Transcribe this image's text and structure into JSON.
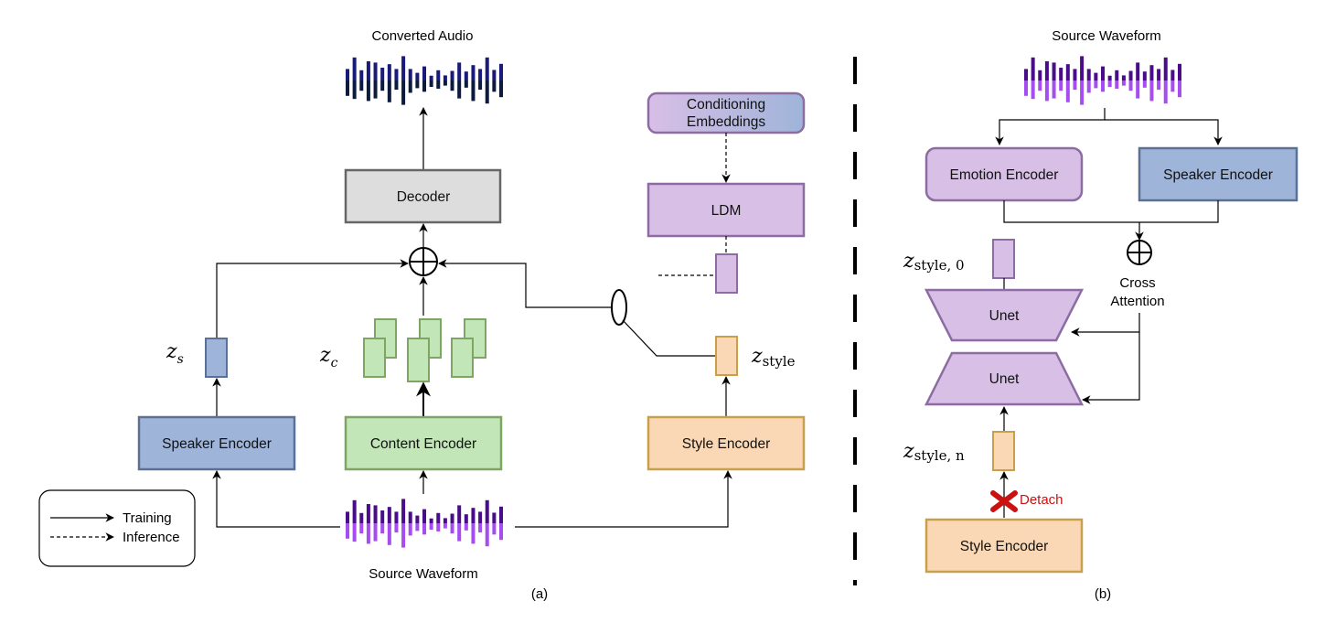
{
  "panel_a": {
    "converted_audio_label": "Converted Audio",
    "decoder_label": "Decoder",
    "speaker_encoder_label": "Speaker Encoder",
    "content_encoder_label": "Content Encoder",
    "style_encoder_label": "Style Encoder",
    "conditioning_line1": "Conditioning",
    "conditioning_line2": "Embeddings",
    "ldm_label": "LDM",
    "source_waveform_label": "Source Waveform",
    "zs_main": "z",
    "zs_sub": "s",
    "zc_main": "z",
    "zc_sub": "c",
    "zstyle_main": "z",
    "zstyle_sub": "style",
    "legend_training": "Training",
    "legend_inference": "Inference",
    "caption": "(a)"
  },
  "panel_b": {
    "source_waveform_label": "Source Waveform",
    "emotion_encoder_label": "Emotion Encoder",
    "speaker_encoder_label": "Speaker Encoder",
    "cross_attention_line1": "Cross",
    "cross_attention_line2": "Attention",
    "unet_top_label": "Unet",
    "unet_bottom_label": "Unet",
    "z0_main": "z",
    "z0_sub": "style, 0",
    "zn_main": "z",
    "zn_sub": "style, n",
    "detach_label": "Detach",
    "style_encoder_label": "Style Encoder",
    "caption": "(b)"
  },
  "colors": {
    "blue_fill": "#9fb4d9",
    "blue_stroke": "#5a7096",
    "green_fill": "#c2e6b8",
    "green_stroke": "#7da663",
    "orange_fill": "#fbd8b5",
    "orange_stroke": "#c8a04a",
    "purple_fill": "#d8bfe6",
    "purple_stroke": "#8c6ca3",
    "gray_fill": "#dddddd",
    "gray_stroke": "#666666",
    "detach_red": "#cc1111"
  }
}
